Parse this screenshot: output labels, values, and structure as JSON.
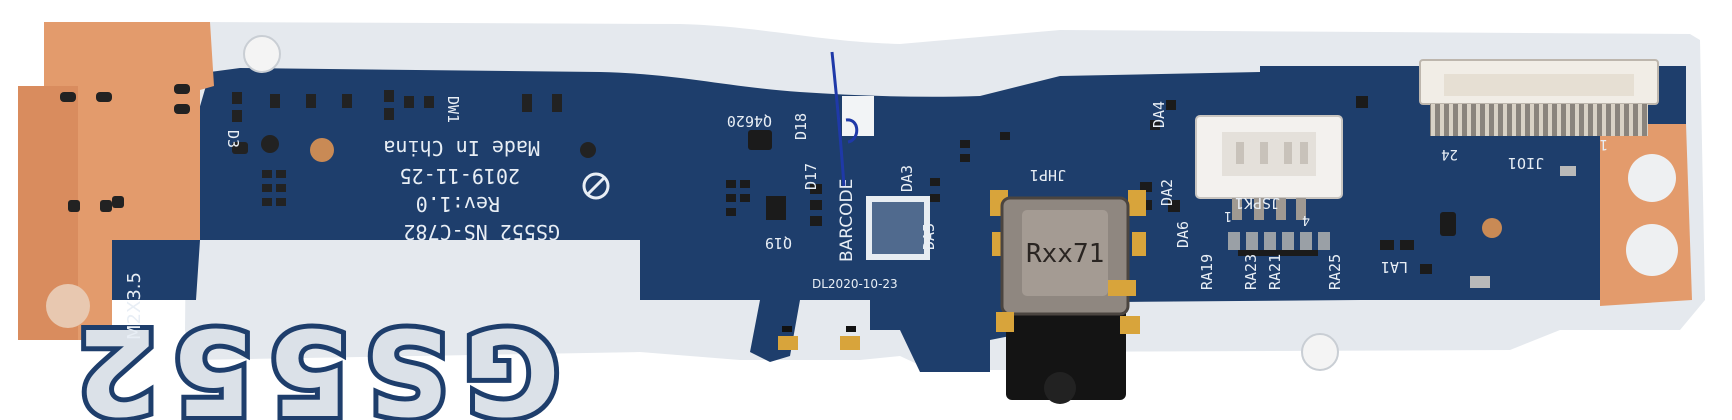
{
  "colors": {
    "pcb_blue": "#1d3d6b",
    "pcb_blue_dark": "#142f58",
    "silkscreen_white": "#e3e8ee",
    "copper": "#e39a6e",
    "gold": "#d8a43b",
    "connector_white": "#f3f1ee",
    "shield_gray": "#8f8780"
  },
  "board": {
    "model_big": "GS552",
    "model_line": "GS552 NS-C782",
    "revision": "Rev:1.0",
    "date": "2019-11-25",
    "made_in": "Made In China",
    "screw_label": "M2X3.5",
    "barcode_label": "BARCODE",
    "date_stamp": "DL2020-10-23",
    "jack_marking": "Rxx71"
  },
  "component_labels": {
    "d3": "D3",
    "dw1": "DW1",
    "q4620": "Q4620",
    "d18": "D18",
    "d17": "D17",
    "q19": "Q19",
    "da3": "DA3",
    "da5": "DA5",
    "jhp1": "JHP1",
    "da4": "DA4",
    "da2": "DA2",
    "da6": "DA6",
    "jspk1": "JSPK1",
    "pin1": "1",
    "pin4": "4",
    "ra19": "RA19",
    "ra23": "RA23",
    "ra21": "RA21",
    "ra25": "RA25",
    "jio1": "JIO1",
    "fpc_pin24": "24",
    "fpc_pin1": "1",
    "la1": "LA1"
  }
}
